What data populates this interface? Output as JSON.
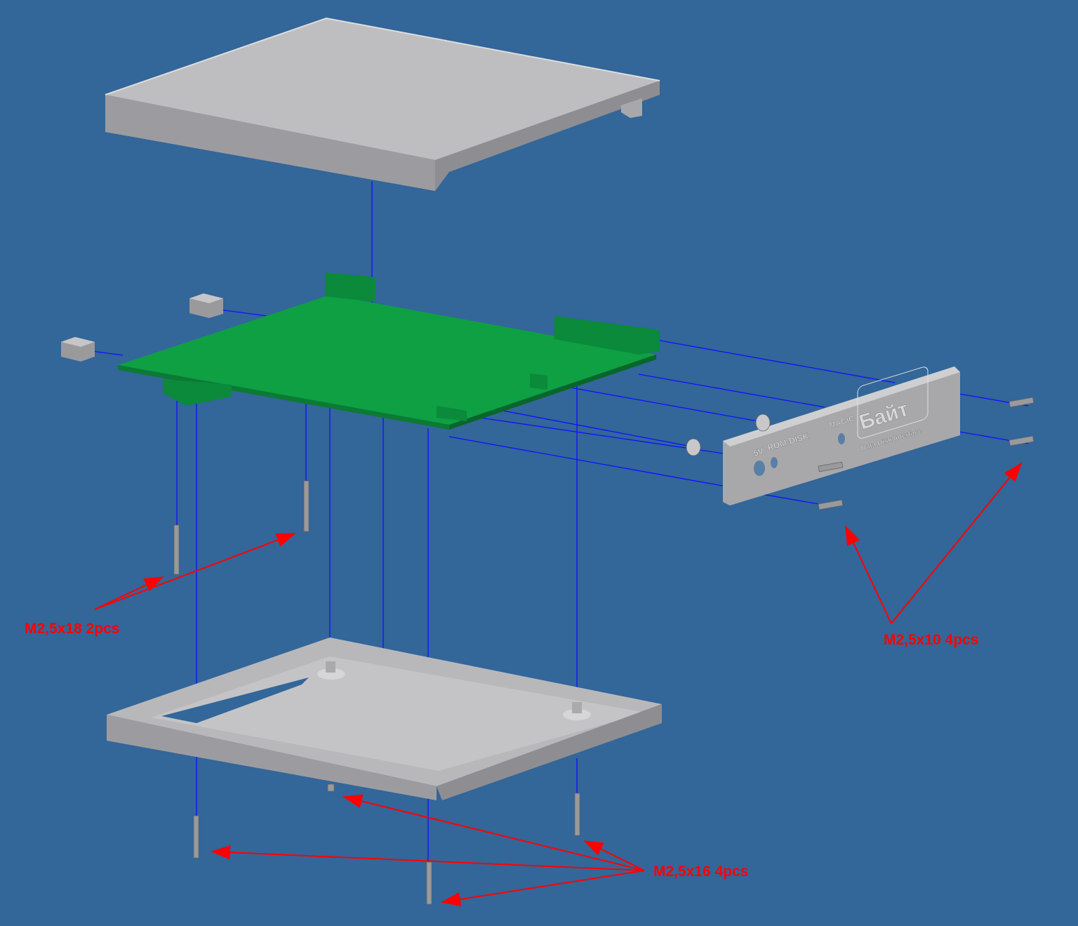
{
  "diagram": {
    "callouts": {
      "screws_18": "M2,5x18 2pcs",
      "screws_10": "M2,5x10 4pcs",
      "screws_16": "M2,5x16 4pcs"
    },
    "front_panel": {
      "voltage_label": "5V",
      "product_label": "ROM-DISK",
      "magic_label": "MAGIC",
      "logo": "Байт",
      "logo_subtitle": "Data Disk Interface"
    },
    "colors": {
      "background": "#336699",
      "pcb": "#0ea043",
      "case": "#bdbdc0",
      "assembly_line": "#0000ff",
      "callout": "#ff0000"
    }
  }
}
